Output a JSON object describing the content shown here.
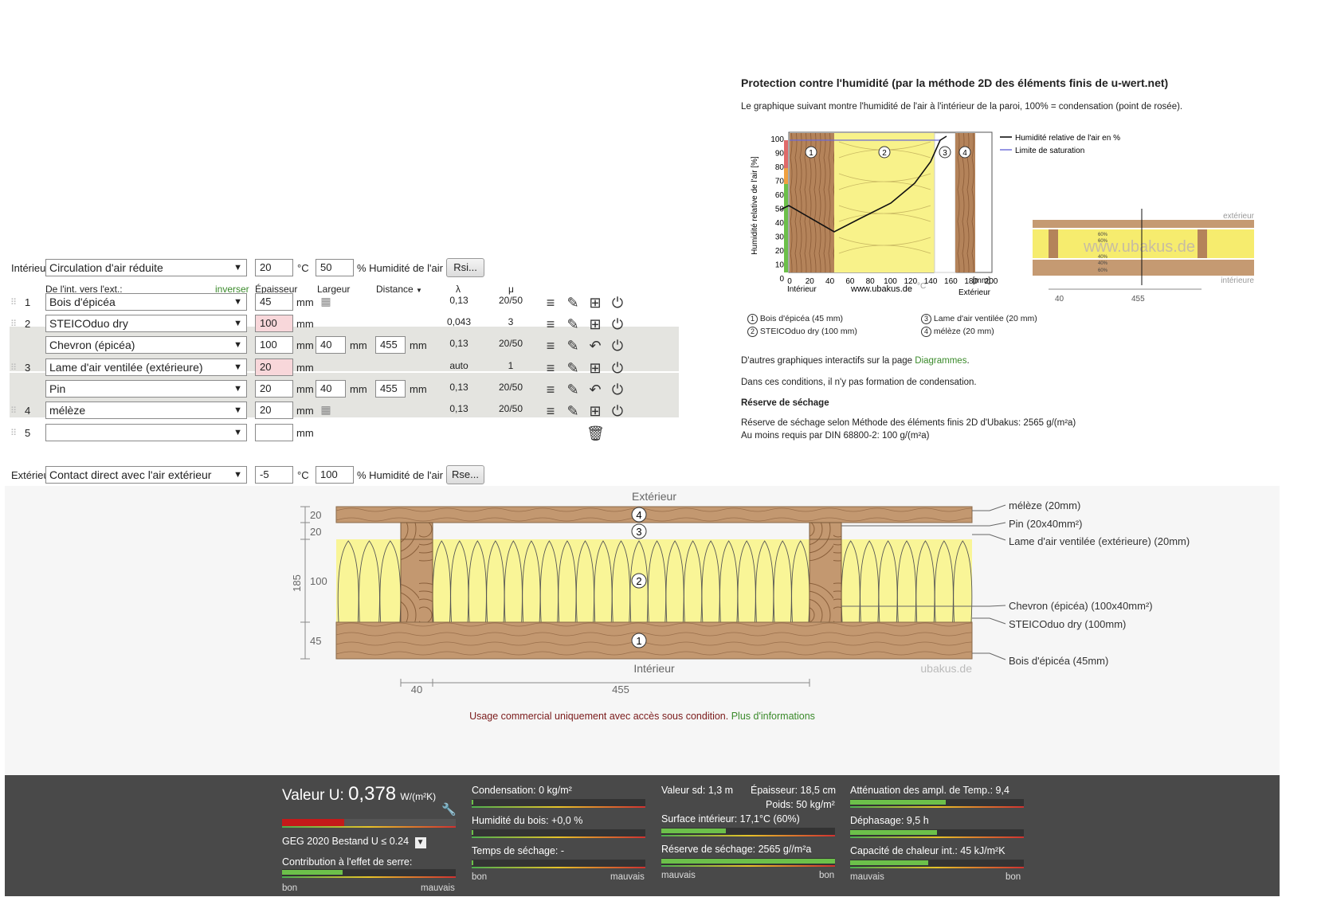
{
  "humidity": {
    "title": "Protection contre l'humidité (par la méthode 2D des éléments finis de u-wert.net)",
    "intro": "Le graphique suivant montre l'humidité de l'air à l'intérieur de la paroi, 100% = condensation (point de rosée).",
    "ylabel": "Humidité relative de l'air [%]",
    "yticks": [
      "100",
      "90",
      "80",
      "70",
      "60",
      "50",
      "40",
      "30",
      "20",
      "10",
      "0"
    ],
    "xticks": [
      "0",
      "20",
      "40",
      "60",
      "80",
      "100",
      "120",
      "140",
      "160",
      "180",
      "200"
    ],
    "xunit": "[mm]",
    "x_left": "Intérieur",
    "x_right": "Extérieur",
    "site": "www.ubakus.de",
    "temp_mark": "°C",
    "legend_rh": "Humidité relative de l'air en %",
    "legend_sat": "Limite de saturation",
    "layers": [
      {
        "n": "1",
        "name": "Bois d'épicéa (45 mm)"
      },
      {
        "n": "2",
        "name": "STEICOduo dry (100 mm)"
      },
      {
        "n": "3",
        "name": "Lame d'air ventilée (20 mm)"
      },
      {
        "n": "4",
        "name": "mélèze (20 mm)"
      }
    ],
    "more_prefix": "D'autres graphiques interactifs sur la page ",
    "more_link": "Diagrammes",
    "more_suffix": ".",
    "no_cond": "Dans ces conditions, il n'y pas formation de condensation.",
    "dry_title": "Réserve de séchage",
    "dry_line1": "Réserve de séchage selon Méthode des éléments finis 2D d'Ubakus: 2565 g/(m²a)",
    "dry_line2": "Au moins requis par DIN 68800-2: 100 g/(m²a)",
    "thumb_ext": "extérieur",
    "thumb_int": "intérieure",
    "thumb_40": "40",
    "thumb_455": "455",
    "thumb_wm": "www.ubakus.de",
    "thumb_pcts": [
      "60%",
      "60%",
      "40%",
      "40%",
      "60%"
    ]
  },
  "form": {
    "interior_label": "Intérieur",
    "interior_select": "Circulation d'air réduite",
    "interior_temp": "20",
    "interior_hum": "50",
    "deg": "°C",
    "hum_label": "% Humidité de l'air",
    "rsi_btn": "Rsi...",
    "col_dir": "De l'int. vers l'ext.:",
    "col_inverse": "inverser",
    "col_thick": "Épaisseur",
    "col_width": "Largeur",
    "col_dist": "Distance",
    "col_lambda": "λ",
    "col_mu": "μ",
    "mm": "mm",
    "rows": [
      {
        "num": "1",
        "mat": "Bois d'épicéa",
        "thick": "45",
        "lambda": "0,13",
        "mu": "20/50"
      },
      {
        "num": "2",
        "mat": "STEICOduo dry",
        "thick": "100",
        "lambda": "0,043",
        "mu": "3"
      },
      {
        "num": "",
        "mat": "Chevron (épicéa)",
        "thick": "100",
        "width": "40",
        "dist": "455",
        "lambda": "0,13",
        "mu": "20/50"
      },
      {
        "num": "3",
        "mat": "Lame d'air ventilée (extérieure)",
        "thick": "20",
        "lambda": "auto",
        "mu": "1"
      },
      {
        "num": "",
        "mat": "Pin",
        "thick": "20",
        "width": "40",
        "dist": "455",
        "lambda": "0,13",
        "mu": "20/50"
      },
      {
        "num": "4",
        "mat": "mélèze",
        "thick": "20",
        "lambda": "0,13",
        "mu": "20/50"
      },
      {
        "num": "5",
        "mat": "",
        "thick": ""
      }
    ],
    "exterior_label": "Extérieur",
    "exterior_select": "Contact direct avec l'air extérieur",
    "exterior_temp": "-5",
    "exterior_hum": "100",
    "rse_btn": "Rse..."
  },
  "drawing": {
    "top": "Extérieur",
    "bottom": "Intérieur",
    "watermark": "ubakus.de",
    "dims": [
      "20",
      "20",
      "100",
      "45"
    ],
    "total": "185",
    "hdim1": "40",
    "hdim2": "455",
    "circles": [
      "4",
      "3",
      "2",
      "1"
    ],
    "callouts": [
      "mélèze (20mm)",
      "Pin (20x40mm²)",
      "Lame d'air ventilée (extérieure) (20mm)",
      "Chevron (épicéa) (100x40mm²)",
      "STEICOduo dry (100mm)",
      "Bois d'épicéa (45mm)"
    ],
    "notice": "Usage commercial uniquement avec accès sous condition.",
    "notice_link": "Plus d'informations"
  },
  "summary": {
    "u_label": "Valeur U:",
    "u_value": "0,378",
    "u_unit": "W/(m²K)",
    "u_fill": 0.36,
    "geg": "GEG 2020 Bestand U ≤ 0.24",
    "ghg": "Contribution à l'effet de serre:",
    "ghg_fill": 0.35,
    "ghg_left": "bon",
    "ghg_right": "mauvais",
    "col1": [
      {
        "label": "Condensation: 0 kg/m²",
        "fill": 0.01
      },
      {
        "label": "Humidité du bois: +0,0 %",
        "fill": 0.01
      },
      {
        "label": "Temps de séchage: -",
        "fill": 0.01
      }
    ],
    "col1_left": "bon",
    "col1_right": "mauvais",
    "sd": "Valeur sd: 1,3 m",
    "thick": "Épaisseur: 18,5 cm",
    "weight": "Poids: 50 kg/m²",
    "col2": [
      {
        "label": "Surface intérieur: 17,1°C (60%)",
        "fill": 0.37
      },
      {
        "label": "Réserve de séchage: 2565 g//m²a",
        "fill": 1.0
      }
    ],
    "col2_left": "mauvais",
    "col2_right": "bon",
    "col3": [
      {
        "label": "Atténuation des ampl. de Temp.: 9,4",
        "fill": 0.55
      },
      {
        "label": "Déphasage: 9,5 h",
        "fill": 0.5
      },
      {
        "label": "Capacité de chaleur int.: 45 kJ/m²K",
        "fill": 0.45
      }
    ],
    "col3_left": "mauvais",
    "col3_right": "bon"
  }
}
